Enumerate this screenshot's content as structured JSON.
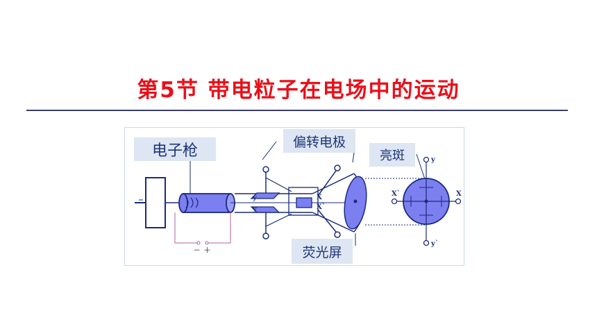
{
  "title": "第5节   带电粒子在电场中的运动",
  "diagram": {
    "labels": {
      "electron_gun": "电子枪",
      "deflection_electrode": "偏转电极",
      "bright_spot": "亮斑",
      "fluorescent_screen": "荧光屏"
    },
    "axis_marks": {
      "y_upper": "y",
      "y_lower": "y",
      "x_right": "X",
      "x_prime": "X`",
      "screen_y": "y",
      "screen_y_prime": "y`",
      "screen_x_prime": "X`",
      "screen_x": "X"
    },
    "polarity": {
      "minus": "－",
      "plus": "＋"
    },
    "colors": {
      "title": "#e8101a",
      "accent_fill": "#7b7ff0",
      "stroke": "#1a2a7a",
      "wire": "#b060a0",
      "label_bg": "#dde6f2"
    }
  }
}
